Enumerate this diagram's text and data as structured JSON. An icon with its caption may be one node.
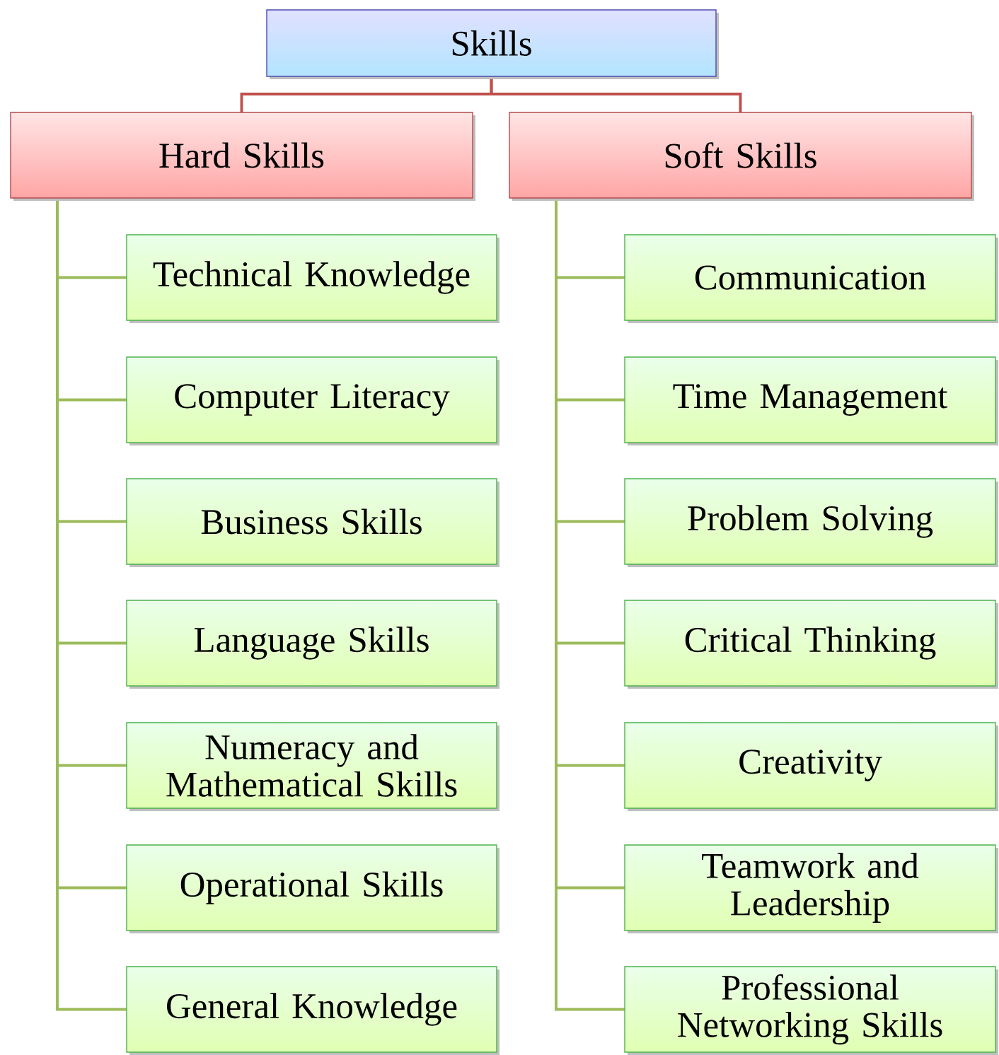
{
  "diagram": {
    "nodes": [
      {
        "text": [
          "Skills"
        ]
      },
      {
        "text": [
          "Hard Skills"
        ]
      },
      {
        "text": [
          "Soft Skills"
        ]
      },
      {
        "text": [
          "Technical Knowledge"
        ]
      },
      {
        "text": [
          "Computer Literacy"
        ]
      },
      {
        "text": [
          "Business Skills"
        ]
      },
      {
        "text": [
          "Language Skills"
        ]
      },
      {
        "text": [
          "Numeracy and Mathematical Skills"
        ]
      },
      {
        "text": [
          "Operational Skills"
        ]
      },
      {
        "text": [
          "General Knowledge"
        ]
      },
      {
        "text": [
          "Communication"
        ]
      },
      {
        "text": [
          "Time Management"
        ]
      },
      {
        "text": [
          "Problem Solving"
        ]
      },
      {
        "text": [
          "Critical Thinking"
        ]
      },
      {
        "text": [
          "Creativity"
        ]
      },
      {
        "text": [
          "Teamwork and Leadership"
        ]
      },
      {
        "text": [
          "Professional Networking Skills"
        ]
      }
    ],
    "edges": [
      {
        "from": 0,
        "to": 1,
        "arrow": "none",
        "color": "#c0504d"
      },
      {
        "from": 0,
        "to": 2,
        "arrow": "none",
        "color": "#c0504d"
      },
      {
        "from": 1,
        "to": 3,
        "arrow": "none"
      },
      {
        "from": 1,
        "to": 4,
        "arrow": "none"
      },
      {
        "from": 1,
        "to": 5,
        "arrow": "none"
      },
      {
        "from": 1,
        "to": 6,
        "arrow": "none"
      },
      {
        "from": 1,
        "to": 7,
        "arrow": "none"
      },
      {
        "from": 1,
        "to": 8,
        "arrow": "none"
      },
      {
        "from": 1,
        "to": 9,
        "arrow": "none"
      },
      {
        "from": 2,
        "to": 10,
        "arrow": "none"
      },
      {
        "from": 2,
        "to": 11,
        "arrow": "none"
      },
      {
        "from": 2,
        "to": 12,
        "arrow": "none"
      },
      {
        "from": 2,
        "to": 13,
        "arrow": "none"
      },
      {
        "from": 2,
        "to": 14,
        "arrow": "none"
      },
      {
        "from": 2,
        "to": 15,
        "arrow": "none"
      },
      {
        "from": 2,
        "to": 16,
        "arrow": "none"
      }
    ]
  }
}
